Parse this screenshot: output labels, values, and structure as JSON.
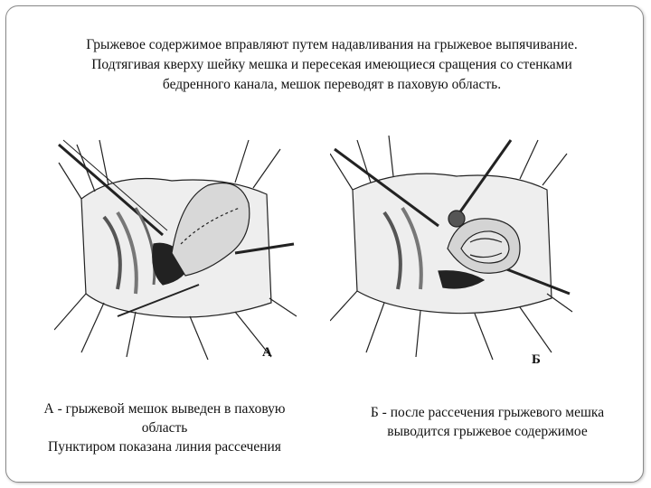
{
  "header": {
    "line1": "Грыжевое содержимое вправляют путем надавливания на грыжевое выпячивание.",
    "line2": "Подтягивая кверху шейку мешка и пересекая имеющиеся сращения со стенками",
    "line3": "бедренного канала, мешок переводят в паховую область."
  },
  "figures": {
    "a_label": "А",
    "b_label": "Б"
  },
  "captions": {
    "a_line1": "А - грыжевой мешок выведен в паховую",
    "a_line2": "область",
    "a_line3": "Пунктиром показана линия рассечения",
    "b_line1": "Б - после рассечения грыжевого мешка",
    "b_line2": "выводится грыжевое содержимое"
  }
}
